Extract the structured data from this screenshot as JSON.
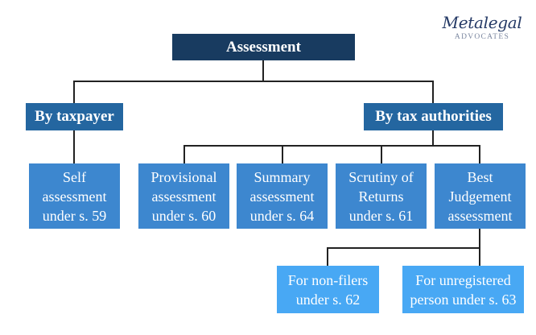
{
  "logo": {
    "name": "Metalegal",
    "tagline": "ADVOCATES"
  },
  "root": "Assessment",
  "branches": {
    "taxpayer": {
      "label": "By taxpayer",
      "children": [
        {
          "lines": [
            "Self",
            "assessment",
            "under s. 59"
          ]
        }
      ]
    },
    "authorities": {
      "label": "By tax authorities",
      "children": [
        {
          "lines": [
            "Provisional",
            "assessment",
            "under s. 60"
          ]
        },
        {
          "lines": [
            "Summary",
            "assessment",
            "under s. 64"
          ]
        },
        {
          "lines": [
            "Scrutiny of",
            "Returns",
            "under s. 61"
          ]
        },
        {
          "lines": [
            "Best",
            "Judgement",
            "assessment"
          ],
          "children": [
            {
              "lines": [
                "For non-filers",
                "under s. 62"
              ]
            },
            {
              "lines": [
                "For unregistered",
                "person under s. 63"
              ]
            }
          ]
        }
      ]
    }
  },
  "colors": {
    "root": "#183b60",
    "level1": "#2466a0",
    "level2": "#3d87cf",
    "level3": "#48a8f4",
    "connector": "#222222"
  }
}
